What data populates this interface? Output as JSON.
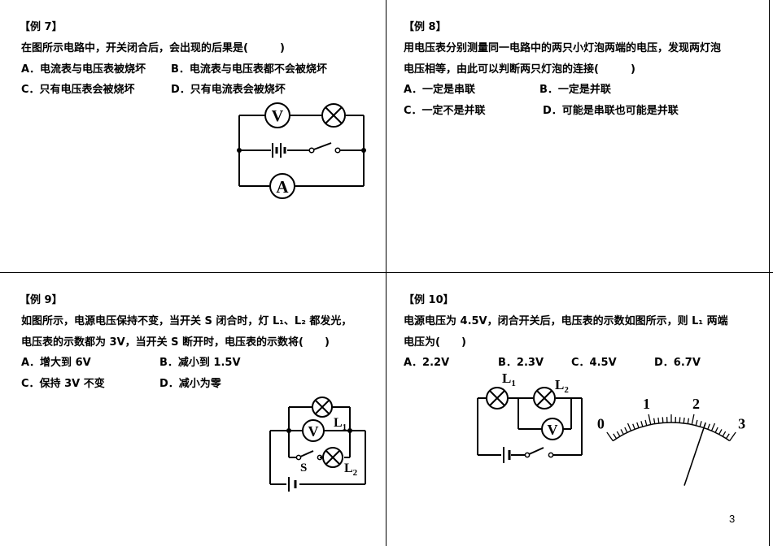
{
  "page_number": "3",
  "ex7": {
    "heading": "【例 7】",
    "question": "在图所示电路中，开关闭合后，会出现的后果是(　　　)",
    "opt_a": "A．电流表与电压表被烧坏",
    "opt_b": "B．电流表与电压表都不会被烧坏",
    "opt_c": "C．只有电压表会被烧坏",
    "opt_d": "D．只有电流表会被烧坏",
    "sym_v": "V",
    "sym_a": "A"
  },
  "ex8": {
    "heading": "【例 8】",
    "q1": "用电压表分别测量同一电路中的两只小灯泡两端的电压，发现两灯泡",
    "q2": "电压相等，由此可以判断两只灯泡的连接(　　　)",
    "opt_a": "A．一定是串联",
    "opt_b": "B．一定是并联",
    "opt_c": "C．一定不是并联",
    "opt_d": "D．可能是串联也可能是并联"
  },
  "ex9": {
    "heading": "【例 9】",
    "q1": "如图所示，电源电压保持不变，当开关 S 闭合时，灯 L₁、L₂ 都发光，",
    "q2": "电压表的示数都为 3V，当开关 S 断开时，电压表的示数将(　　)",
    "opt_a": "A．增大到 6V",
    "opt_b": "B．减小到 1.5V",
    "opt_c": "C．保持 3V 不变",
    "opt_d": "D．减小为零",
    "sym_v": "V",
    "lbl_l": "L",
    "sub_1": "1",
    "sub_2": "2",
    "lbl_s": "S"
  },
  "ex10": {
    "heading": "【例 10】",
    "q1": "电源电压为 4.5V，闭合开关后，电压表的示数如图所示，则 L₁ 两端",
    "q2": "电压为(　　)",
    "opt_a": "A．2.2V",
    "opt_b": "B．2.3V",
    "opt_c": "C．4.5V",
    "opt_d": "D．6.7V",
    "sym_v": "V",
    "lbl_l": "L",
    "sub_1": "1",
    "sub_2": "2",
    "meter": {
      "tick_labels": [
        "0",
        "1",
        "2",
        "3"
      ],
      "reading": 2.3
    }
  }
}
